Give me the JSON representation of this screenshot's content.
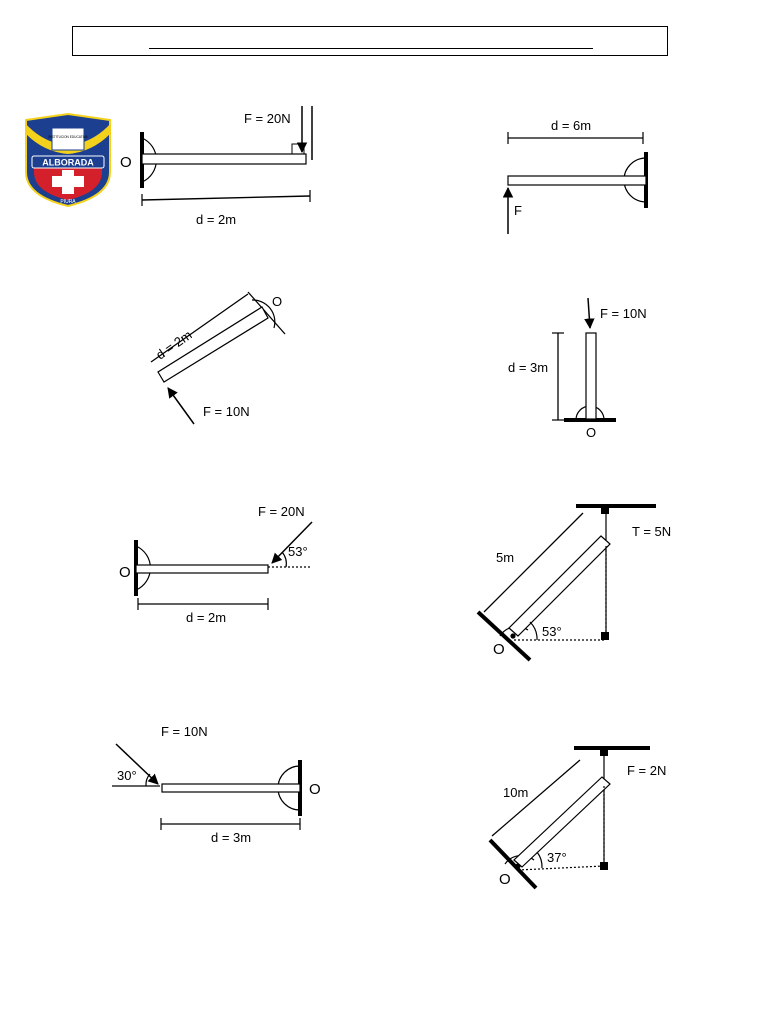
{
  "logo": {
    "top_text": "INSTITUCION EDUCATIVA",
    "name": "ALBORADA",
    "city": "PIURA",
    "colors": {
      "blue": "#1d3f8f",
      "red": "#d4202a",
      "yellow": "#f4d21b",
      "white": "#ffffff"
    }
  },
  "problems": [
    {
      "id": 1,
      "origin": "O",
      "force": "F = 20N",
      "distance": "d = 2m"
    },
    {
      "id": 2,
      "force": "F",
      "distance": "d = 6m"
    },
    {
      "id": 3,
      "origin": "O",
      "force": "F = 10N",
      "distance": "d = 2m"
    },
    {
      "id": 4,
      "origin": "O",
      "force": "F = 10N",
      "distance": "d = 3m"
    },
    {
      "id": 5,
      "origin": "O",
      "force": "F = 20N",
      "angle": "53°",
      "distance": "d = 2m"
    },
    {
      "id": 6,
      "origin": "O",
      "force": "T = 5N",
      "angle": "53°",
      "distance": "5m"
    },
    {
      "id": 7,
      "origin": "O",
      "force": "F = 10N",
      "angle": "30°",
      "distance": "d = 3m"
    },
    {
      "id": 8,
      "origin": "O",
      "force": "F = 2N",
      "angle": "37°",
      "distance": "10m"
    }
  ]
}
